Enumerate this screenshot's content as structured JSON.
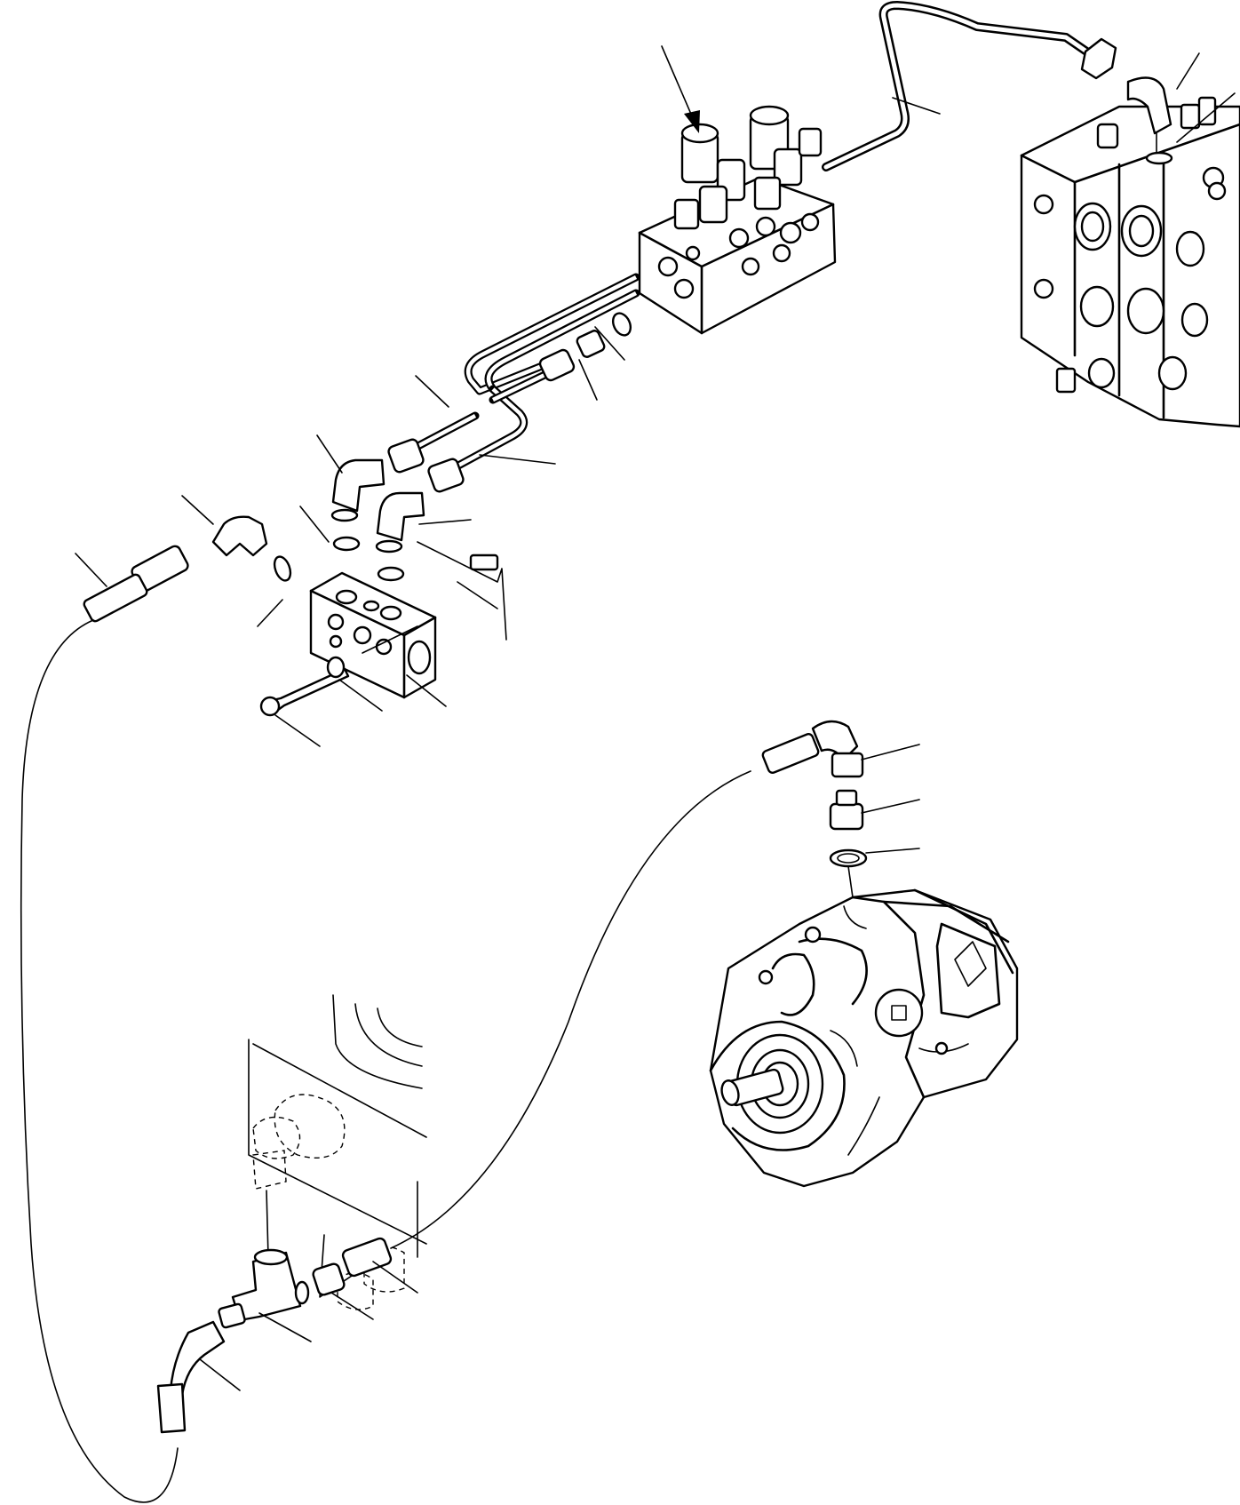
{
  "figure": {
    "kind": "exploded parts diagram",
    "components": [
      "valve-block",
      "main-control-valve",
      "junction-block",
      "hydraulic-pump",
      "tee-fitting",
      "engine-outline"
    ],
    "text_labels": []
  },
  "colors": {
    "line": "#000000",
    "background": "#ffffff"
  }
}
